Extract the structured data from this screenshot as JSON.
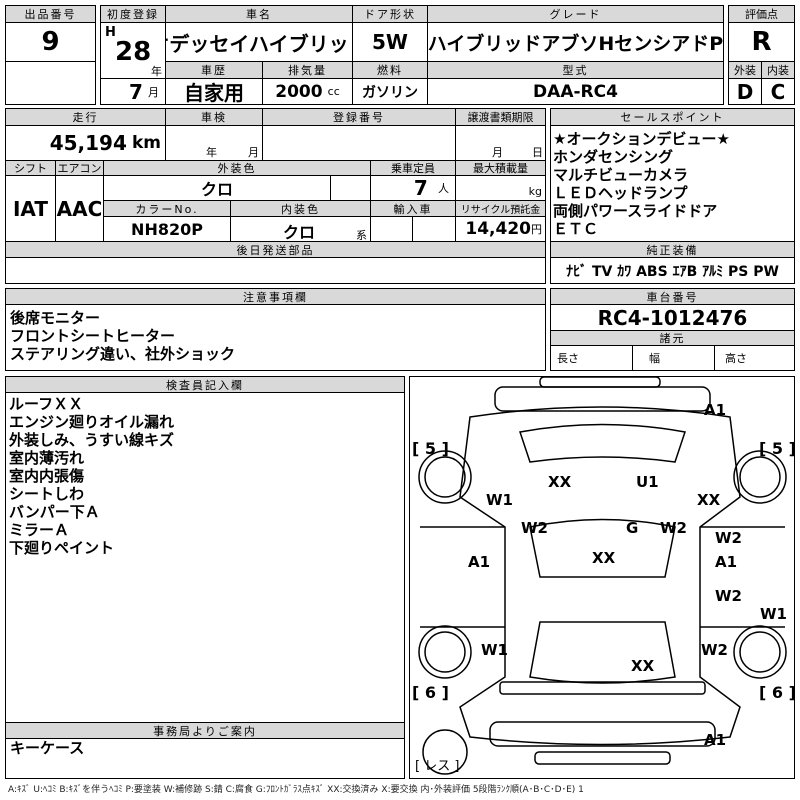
{
  "header": {
    "lot_label": "出品番号",
    "lot": "9",
    "first_reg_label": "初度登録",
    "era": "H",
    "year": "28",
    "year_unit": "年",
    "month": "7",
    "month_unit": "月",
    "name_label": "車名",
    "name": "オデッセイハイブリッド",
    "door_label": "ドア形状",
    "door": "5W",
    "grade_label": "グレード",
    "grade": "ハイブリッドアブソHセンシアドP",
    "score_label": "評価点",
    "score": "R",
    "history_label": "車歴",
    "history": "自家用",
    "displacement_label": "排気量",
    "displacement": "2000",
    "displacement_unit": "cc",
    "fuel_label": "燃料",
    "fuel": "ガソリン",
    "model_label": "型式",
    "model": "DAA-RC4",
    "ext_label": "外装",
    "ext": "D",
    "int_label": "内装",
    "int": "C"
  },
  "details": {
    "mileage_label": "走行",
    "mileage": "45,194",
    "mileage_unit": "km",
    "inspection_label": "車検",
    "year_unit": "年",
    "month_unit": "月",
    "reg_no_label": "登録番号",
    "transfer_label": "譲渡書類期限",
    "day_unit": "日",
    "shift_label": "シフト",
    "shift": "IAT",
    "ac_label": "エアコン",
    "ac": "AAC",
    "color_label": "外装色",
    "color": "クロ",
    "capacity_label": "乗車定員",
    "capacity": "7",
    "capacity_unit": "人",
    "load_label": "最大積載量",
    "load_unit": "kg",
    "color_no_label": "カラーNo.",
    "color_no": "NH820P",
    "interior_label": "内装色",
    "interior": "クロ",
    "interior_unit": "系",
    "import_label": "輸入車",
    "recycle_label": "リサイクル預託金",
    "recycle": "14,420",
    "recycle_unit": "円",
    "later_parts_label": "後日発送部品"
  },
  "sales": {
    "label": "セールスポイント",
    "items": [
      "★オークションデビュー★",
      "ホンダセンシング",
      "マルチビューカメラ",
      "ＬＥＤヘッドランプ",
      "両側パワースライドドア",
      "ＥＴＣ"
    ],
    "equip_label": "純正装備",
    "equip": "ﾅﾋﾞ TV ｶﾜ ABS ｴｱB ｱﾙﾐ PS PW"
  },
  "notes": {
    "label": "注意事項欄",
    "items": [
      "後席モニター",
      "フロントシートヒーター",
      "ステアリング違い、社外ショック"
    ]
  },
  "chassis": {
    "label": "車台番号",
    "value": "RC4-1012476",
    "spec_label": "諸元",
    "length": "長さ",
    "width": "幅",
    "height": "高さ"
  },
  "inspector": {
    "label": "検査員記入欄",
    "items": [
      "ルーフＸＸ",
      "エンジン廻りオイル漏れ",
      "外装しみ、うすい線キズ",
      "室内薄汚れ",
      "室内内張傷",
      "シートしわ",
      "バンパー下Ａ",
      "ミラーＡ",
      "下廻りペイント"
    ]
  },
  "office": {
    "label": "事務局よりご案内",
    "text": "キーケース"
  },
  "diagram": {
    "tire_fl": "[ 5 ]",
    "tire_fr": "[ 5 ]",
    "tire_rl": "[ 6 ]",
    "tire_rr": "[ 6 ]",
    "spare": "[ レス ]",
    "marks": [
      "A1",
      "XX",
      "U1",
      "XX",
      "W1",
      "W2",
      "G",
      "W2",
      "W2",
      "A1",
      "XX",
      "A1",
      "W2",
      "W1",
      "W1",
      "W2",
      "XX",
      "A1"
    ]
  },
  "legend": "A:ｷｽﾞ U:ﾍｺﾐ B:ｷｽﾞを伴うﾍｺﾐ P:要塗装 W:補修跡 S:錆 C:腐食 G:ﾌﾛﾝﾄｶﾞﾗｽ点ｷｽﾞ XX:交換済み X:要交換 内･外装評価 5段階ﾗﾝｸ順(A･B･C･D･E) 1"
}
